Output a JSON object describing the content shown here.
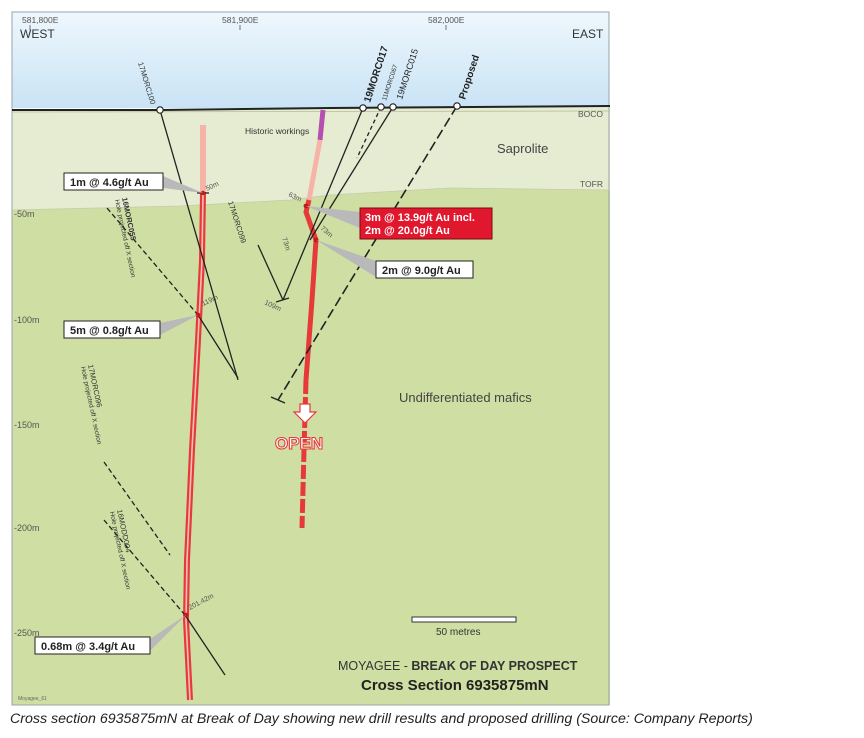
{
  "eastings": {
    "e1": "581,800E",
    "e2": "581,900E",
    "e3": "582,000E"
  },
  "compass": {
    "west": "WEST",
    "east": "EAST"
  },
  "rl_labels": {
    "m50": "-50m",
    "m100": "-100m",
    "m150": "-150m",
    "m200": "-200m",
    "m250": "-250m"
  },
  "units": {
    "boco": "BOCO",
    "tofr": "TOFR",
    "saprolite": "Saprolite",
    "mafics": "Undifferentiated mafics"
  },
  "workings": "Historic workings",
  "holes": {
    "h100": "17MORC100",
    "h055": "16MORC055",
    "h055_note": "Hole projected off X section",
    "h099": "17MORC099",
    "h096": "17MORC096",
    "h096_note": "Hole projected off X section",
    "h004": "16MODD004",
    "h004_note": "Hole projected off X section",
    "h017": "19MORC017",
    "h067": "11MORC067",
    "h015": "19MORC015",
    "proposed": "Proposed"
  },
  "depths": {
    "d50": "50m",
    "d63": "63m",
    "d73a": "73m",
    "d73b": "73m",
    "d109": "109m",
    "d119": "119m",
    "d201": "201.42m"
  },
  "intercepts": {
    "i1": "1m @ 4.6g/t Au",
    "i2": "5m @ 0.8g/t Au",
    "i3": "0.68m @ 3.4g/t Au",
    "i4a": "3m @ 13.9g/t Au incl.",
    "i4b": "2m @ 20.0g/t Au",
    "i5": "2m @ 9.0g/t Au"
  },
  "open_label": "OPEN",
  "scale_label": "50 metres",
  "title": {
    "line1a": "MOYAGEE - ",
    "line1b": "BREAK OF DAY PROSPECT",
    "line2": "Cross Section 6935875mN"
  },
  "corner_tag": "Moyagee_61",
  "colors": {
    "sky": "#cfe6f6",
    "saprolite": "#e6ecd2",
    "mafics": "#cfdea3",
    "lode": "#e63a3a",
    "highlight": "#e1172e"
  },
  "caption": "Cross section 6935875mN at Break of Day showing new drill results and proposed drilling (Source: Company Reports)"
}
